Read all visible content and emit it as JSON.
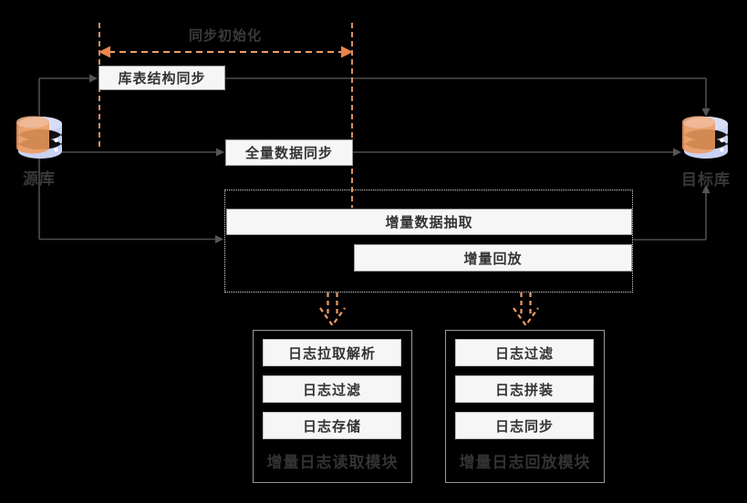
{
  "header": {
    "init_label": "同步初始化"
  },
  "databases": {
    "source_label": "源库",
    "target_label": "目标库"
  },
  "steps": {
    "schema_sync": "库表结构同步",
    "full_data_sync": "全量数据同步",
    "incremental_extract": "增量数据抽取",
    "incremental_replay": "增量回放"
  },
  "modules": {
    "log_reader": {
      "label": "增量日志读取模块",
      "items": [
        "日志拉取解析",
        "日志过滤",
        "日志存储"
      ]
    },
    "log_replayer": {
      "label": "增量日志回放模块",
      "items": [
        "日志过滤",
        "日志拼装",
        "日志同步"
      ]
    }
  },
  "colors": {
    "background": "#000000",
    "connector_gray": "#4d4d4d",
    "box_fill": "#f6f6f6",
    "box_border": "#9a9a9a",
    "dotted_border": "#d9d9d9",
    "dashed_orange": "#ee9e66",
    "arrowhead_orange": "#e8854a",
    "db_blue": "#c9d1f5",
    "db_orange": "#ef9a5c",
    "text_dark": "#333333"
  }
}
